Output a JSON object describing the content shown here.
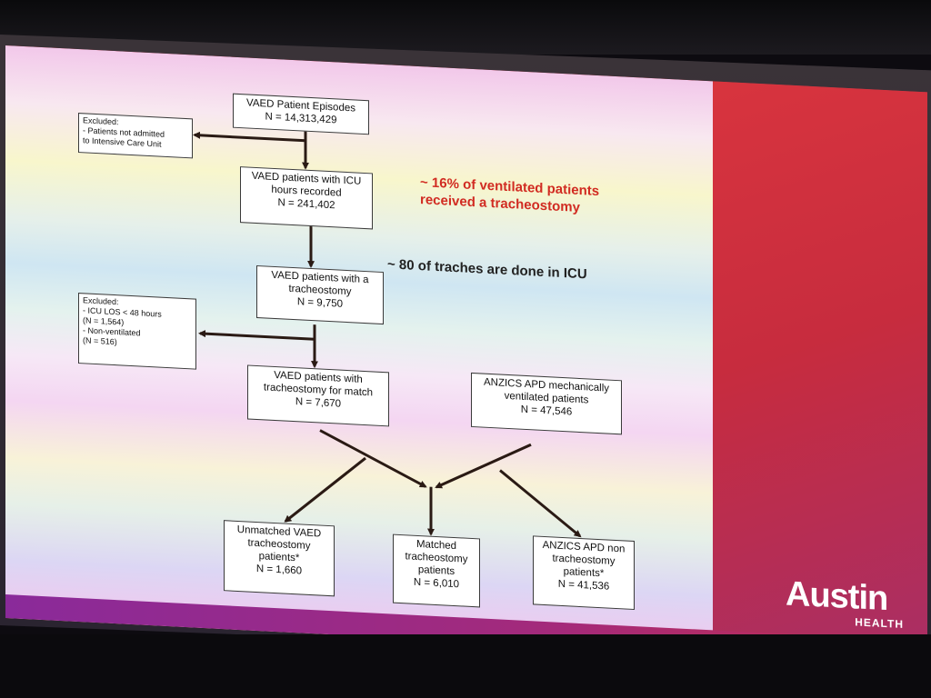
{
  "boxes": {
    "episodes": [
      "VAED Patient Episodes",
      "N = 14,313,429"
    ],
    "icu_hours": [
      "VAED patients with ICU",
      "hours recorded",
      "N = 241,402"
    ],
    "tracheostomy": [
      "VAED patients with a",
      "tracheostomy",
      "N = 9,750"
    ],
    "for_match": [
      "VAED patients with",
      "tracheostomy for match",
      "N = 7,670"
    ],
    "anzics": [
      "ANZICS APD mechanically",
      "ventilated patients",
      "N = 47,546"
    ],
    "unmatched": [
      "Unmatched VAED",
      "tracheostomy",
      "patients*",
      "N = 1,660"
    ],
    "matched": [
      "Matched",
      "tracheostomy",
      "patients",
      "N = 6,010"
    ],
    "anzics_non": [
      "ANZICS APD non",
      "tracheostomy",
      "patients*",
      "N = 41,536"
    ]
  },
  "excluded1": [
    "Excluded:",
    "-  Patients not admitted",
    "to Intensive Care Unit"
  ],
  "excluded2": [
    "Excluded:",
    "-  ICU LOS < 48 hours",
    "(N = 1,564)",
    "-  Non-ventilated",
    "(N = 516)"
  ],
  "notes": {
    "ventilated": [
      "~ 16% of ventilated patients",
      "received a tracheostomy"
    ],
    "traches": "~ 80 of traches are done in ICU"
  },
  "logo": {
    "name": "Austin",
    "sub": "HEALTH"
  },
  "colors": {
    "note_red": "#d12b22",
    "brand_red": "#c72c3e"
  }
}
